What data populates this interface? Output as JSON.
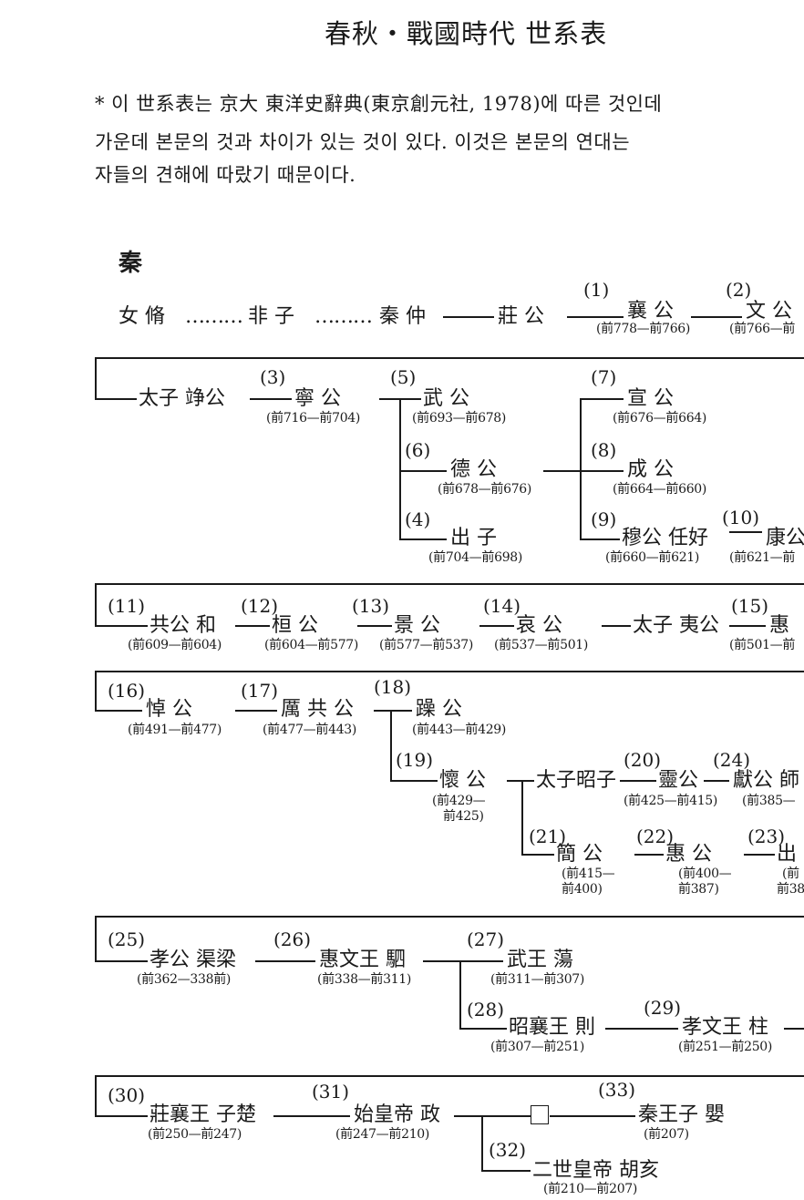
{
  "title": "春秋・戰國時代 世系表",
  "note": {
    "line1": "* 이 世系表는 京大 東洋史辭典(東京創元社, 1978)에 따른 것인데",
    "line2": "가운데 본문의 것과 차이가 있는 것이 있다. 이것은 본문의 연대는 ",
    "line3": "자들의 견해에 따랐기 때문이다."
  },
  "section": "秦",
  "row0": {
    "ancestor1": "女 脩",
    "dots1": "………",
    "ancestor2": "非 子",
    "dots2": "………",
    "ancestor3": "秦 仲",
    "ancestor4": "莊 公",
    "n1": "(1)",
    "p1": "襄 公",
    "d1": "(前778—前766)",
    "n2": "(2)",
    "p2": "文 公",
    "d2": "(前766—前"
  },
  "row1": {
    "a": "太子 竫公",
    "n3": "(3)",
    "p3": "寧 公",
    "d3": "(前716—前704)",
    "n5": "(5)",
    "p5": "武 公",
    "d5": "(前693—前678)",
    "n6": "(6)",
    "p6": "德 公",
    "d6": "(前678—前676)",
    "n4": "(4)",
    "p4": "出 子",
    "d4": "(前704—前698)",
    "n7": "(7)",
    "p7": "宣 公",
    "d7": "(前676—前664)",
    "n8": "(8)",
    "p8": "成 公",
    "d8": "(前664—前660)",
    "n9": "(9)",
    "p9": "穆公 任好",
    "d9": "(前660—前621)",
    "n10": "(10)",
    "p10": "康公",
    "d10": "(前621—前"
  },
  "row2": {
    "n11": "(11)",
    "p11": "共公 和",
    "d11": "(前609—前604)",
    "n12": "(12)",
    "p12": "桓 公",
    "d12": "(前604—前577)",
    "n13": "(13)",
    "p13": "景 公",
    "d13": "(前577—前537)",
    "n14": "(14)",
    "p14": "哀 公",
    "d14": "(前537—前501)",
    "a": "太子 夷公",
    "n15": "(15)",
    "p15": "惠",
    "d15": "(前501—前"
  },
  "row3": {
    "n16": "(16)",
    "p16": "悼 公",
    "d16": "(前491—前477)",
    "n17": "(17)",
    "p17": "厲 共 公",
    "d17": "(前477—前443)",
    "n18": "(18)",
    "p18": "躁 公",
    "d18": "(前443—前429)",
    "n19": "(19)",
    "p19": "懷 公",
    "d19a": "(前429—",
    "d19b": "前425)",
    "a": "太子昭子",
    "n20": "(20)",
    "p20": "靈公",
    "d20": "(前425—前415)",
    "n24": "(24)",
    "p24": "獻公 師",
    "d24": "(前385—",
    "n21": "(21)",
    "p21": "簡 公",
    "d21a": "(前415—",
    "d21b": "前400)",
    "n22": "(22)",
    "p22": "惠 公",
    "d22a": "(前400—",
    "d22b": "前387)",
    "n23": "(23)",
    "p23": "出",
    "d23a": "(前",
    "d23b": "前38"
  },
  "row4": {
    "n25": "(25)",
    "p25": "孝公 渠梁",
    "d25": "(前362—338前)",
    "n26": "(26)",
    "p26": "惠文王 駟",
    "d26": "(前338—前311)",
    "n27": "(27)",
    "p27": "武王 蕩",
    "d27": "(前311—前307)",
    "n28": "(28)",
    "p28": "昭襄王 則",
    "d28": "(前307—前251)",
    "n29": "(29)",
    "p29": "孝文王 柱",
    "d29": "(前251—前250)"
  },
  "row5": {
    "n30": "(30)",
    "p30": "莊襄王 子楚",
    "d30": "(前250—前247)",
    "n31": "(31)",
    "p31": "始皇帝 政",
    "d31": "(前247—前210)",
    "n33": "(33)",
    "p33": "秦王子 嬰",
    "d33": "(前207)",
    "n32": "(32)",
    "p32": "二世皇帝 胡亥",
    "d32": "(前210—前207)"
  }
}
